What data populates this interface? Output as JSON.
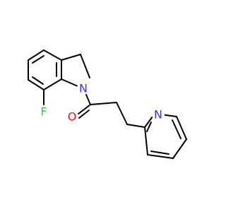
{
  "colors": {
    "bond": "#000000",
    "nitrogen": "#3333ff",
    "oxygen": "#ff0d0d",
    "fluorine": "#33cc33",
    "background": "#ffffff"
  },
  "atoms": {
    "fluorine": "F",
    "indoline_nitrogen": "N",
    "carbonyl_oxygen": "O",
    "pyridine_nitrogen": "N"
  }
}
